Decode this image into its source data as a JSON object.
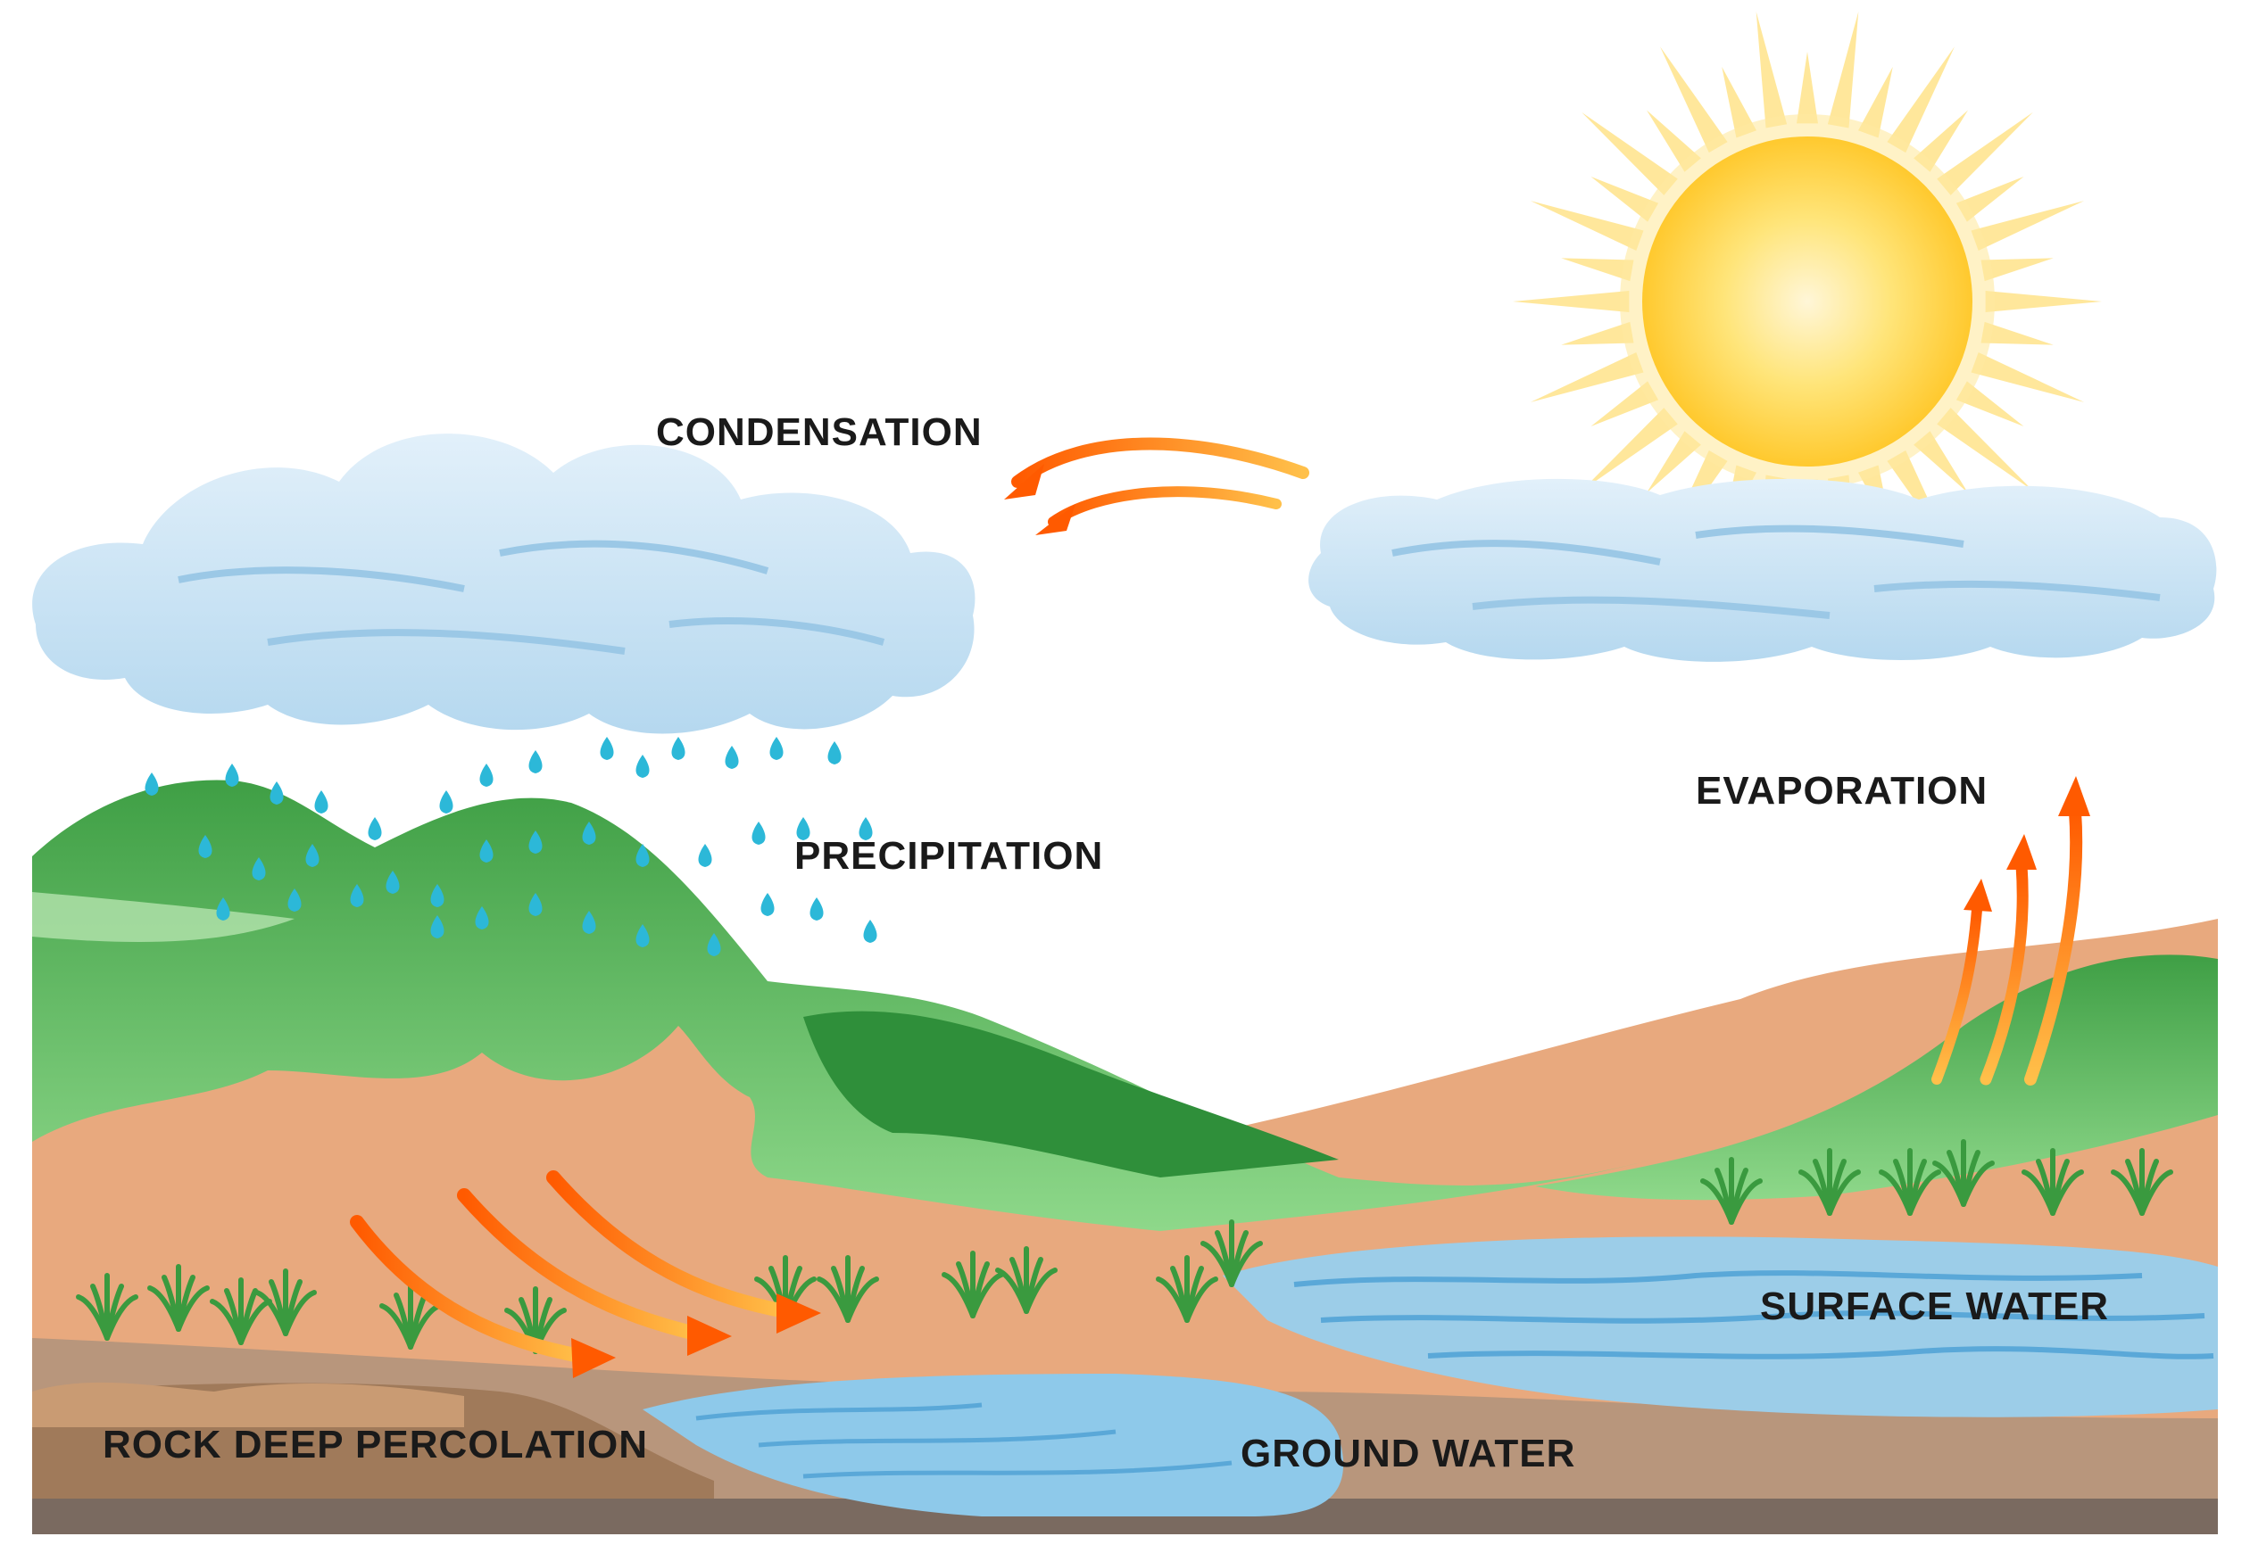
{
  "labels": {
    "condensation": "CONDENSATION",
    "precipitation": "PRECIPITATION",
    "evaporation": "EVAPORATION",
    "surface_water": "SURFACE WATER",
    "ground_water": "GROUND WATER",
    "rock_deep_percolation": "ROCK DEEP PERCOLATION"
  },
  "colors": {
    "sky": "#ffffff",
    "hill_green": "#4caf50",
    "hill_light": "#8fd48c",
    "soil": "#e8a97e",
    "rock": "#a07a5a",
    "water": "#8ec9ea",
    "cloud": "#cfe6f6",
    "sun": "#ffd84a",
    "arrow": "#ff6a00",
    "rain": "#2cb8d8"
  }
}
